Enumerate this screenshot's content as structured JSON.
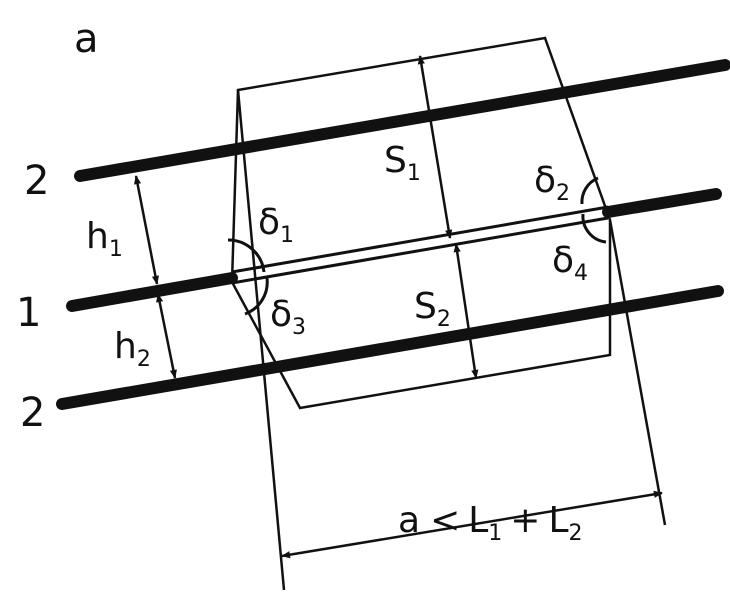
{
  "figure": {
    "panel_label": "a",
    "line_labels": {
      "upper_outer": "2",
      "middle": "1",
      "lower_outer": "2"
    },
    "spacing_labels": {
      "h1": {
        "base": "h",
        "sub": "1"
      },
      "h2": {
        "base": "h",
        "sub": "2"
      }
    },
    "distance_labels": {
      "s1": {
        "base": "S",
        "sub": "1"
      },
      "s2": {
        "base": "S",
        "sub": "2"
      }
    },
    "angle_labels": {
      "d1": {
        "base": "δ",
        "sub": "1"
      },
      "d2": {
        "base": "δ",
        "sub": "2"
      },
      "d3": {
        "base": "δ",
        "sub": "3"
      },
      "d4": {
        "base": "δ",
        "sub": "4"
      }
    },
    "condition": {
      "lhs": "a",
      "op": "<",
      "term1": {
        "base": "L",
        "sub": "1"
      },
      "plus": "+",
      "term2": {
        "base": "L",
        "sub": "2"
      }
    }
  }
}
